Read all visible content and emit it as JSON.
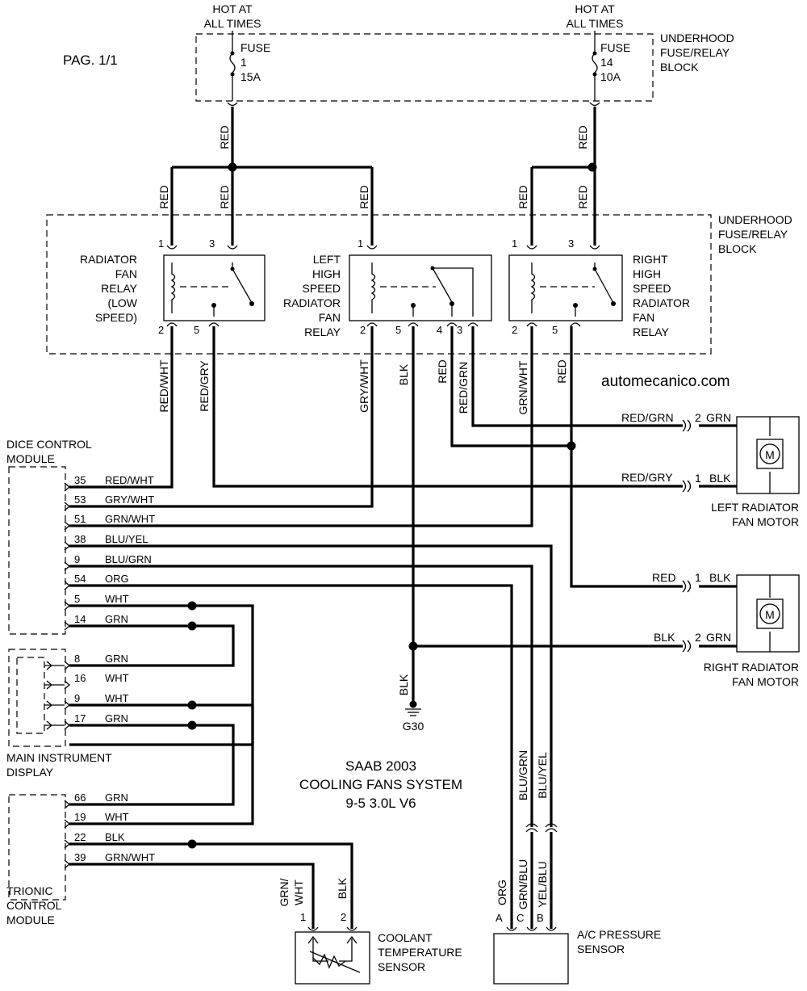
{
  "page": "PAG. 1/1",
  "watermark": "automecanico.com",
  "title": [
    "SAAB 2003",
    "COOLING FANS SYSTEM",
    "9-5 3.0L V6"
  ],
  "hot_at_all_times": [
    "HOT AT",
    "ALL TIMES"
  ],
  "fuses": [
    {
      "line1": "FUSE",
      "number": "1",
      "rating": "15A"
    },
    {
      "line1": "FUSE",
      "number": "14",
      "rating": "10A"
    }
  ],
  "underhood_block": [
    "UNDERHOOD",
    "FUSE/RELAY",
    "BLOCK"
  ],
  "relays": {
    "low": [
      "RADIATOR",
      "FAN",
      "RELAY",
      "(LOW",
      "SPEED)"
    ],
    "left": [
      "LEFT",
      "HIGH",
      "SPEED",
      "RADIATOR",
      "FAN",
      "RELAY"
    ],
    "right": [
      "RIGHT",
      "HIGH",
      "SPEED",
      "RADIATOR",
      "FAN",
      "RELAY"
    ]
  },
  "relay_pins": {
    "low": [
      "1",
      "3",
      "2",
      "5"
    ],
    "left": [
      "1",
      "2",
      "5",
      "4",
      "3"
    ],
    "right": [
      "1",
      "3",
      "2",
      "5"
    ]
  },
  "wire_colors": {
    "red": "RED",
    "red_wht": "RED/WHT",
    "red_gry": "RED/GRY",
    "gry_wht": "GRY/WHT",
    "blk": "BLK",
    "red_grn": "RED/GRN",
    "grn_wht": "GRN/WHT",
    "grn": "GRN",
    "blu_grn": "BLU/GRN",
    "blu_yel": "BLU/YEL",
    "grn_blu": "GRN/BLU",
    "yel_blu": "YEL/BLU",
    "org": "ORG",
    "grn_slash": "GRN/",
    "wht": "WHT"
  },
  "modules": {
    "dice": [
      "DICE CONTROL",
      "MODULE"
    ],
    "instrument": [
      "MAIN INSTRUMENT",
      "DISPLAY"
    ],
    "trionic": [
      "TRIONIC",
      "CONTROL",
      "MODULE"
    ]
  },
  "module_pins": [
    {
      "pin": "35",
      "color": "RED/WHT"
    },
    {
      "pin": "53",
      "color": "GRY/WHT"
    },
    {
      "pin": "51",
      "color": "GRN/WHT"
    },
    {
      "pin": "38",
      "color": "BLU/YEL"
    },
    {
      "pin": "9",
      "color": "BLU/GRN"
    },
    {
      "pin": "54",
      "color": "ORG"
    },
    {
      "pin": "5",
      "color": "WHT"
    },
    {
      "pin": "14",
      "color": "GRN"
    },
    {
      "pin": "8",
      "color": "GRN"
    },
    {
      "pin": "16",
      "color": "WHT"
    },
    {
      "pin": "9",
      "color": "WHT"
    },
    {
      "pin": "17",
      "color": "GRN"
    },
    {
      "pin": "66",
      "color": "GRN"
    },
    {
      "pin": "19",
      "color": "WHT"
    },
    {
      "pin": "22",
      "color": "BLK"
    },
    {
      "pin": "39",
      "color": "GRN/WHT"
    }
  ],
  "motors": {
    "left": {
      "name": [
        "LEFT RADIATOR",
        "FAN MOTOR"
      ],
      "pins": [
        {
          "num": "2",
          "color": "GRN"
        },
        {
          "num": "1",
          "color": "BLK"
        }
      ],
      "symbol": "M"
    },
    "right": {
      "name": [
        "RIGHT RADIATOR",
        "FAN MOTOR"
      ],
      "pins": [
        {
          "num": "1",
          "color": "BLK"
        },
        {
          "num": "2",
          "color": "GRN"
        }
      ],
      "symbol": "M"
    }
  },
  "ground": "G30",
  "coolant_sensor": {
    "name": [
      "COOLANT",
      "TEMPERATURE",
      "SENSOR"
    ],
    "pins": [
      "1",
      "2"
    ]
  },
  "ac_sensor": {
    "name": [
      "A/C PRESSURE",
      "SENSOR"
    ],
    "pins": [
      "A",
      "C",
      "B"
    ]
  }
}
